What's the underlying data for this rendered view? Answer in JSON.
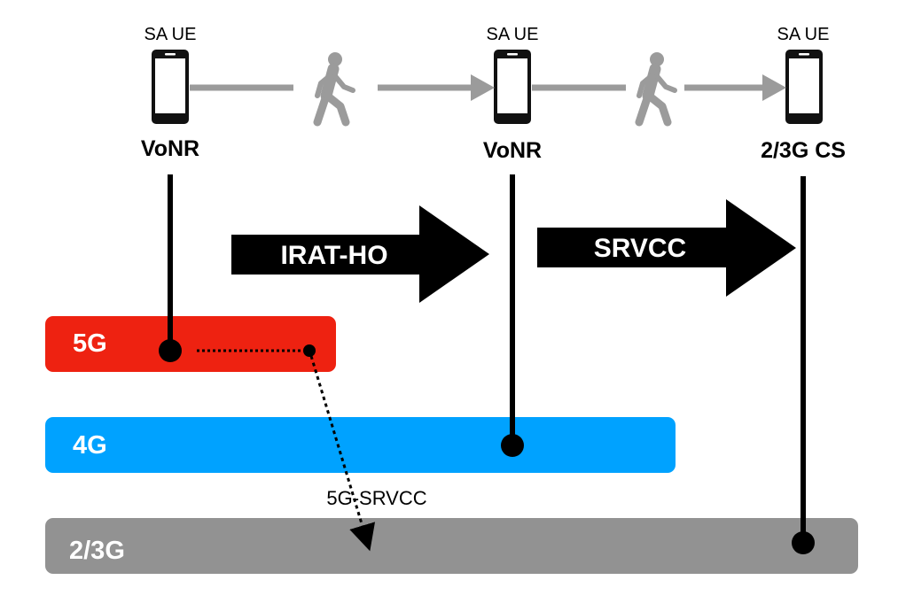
{
  "ues": [
    {
      "label": "SA UE",
      "call": "VoNR"
    },
    {
      "label": "SA UE",
      "call": "VoNR"
    },
    {
      "label": "SA UE",
      "call": "2/3G CS"
    }
  ],
  "procedures": [
    {
      "label": "IRAT-HO"
    },
    {
      "label": "SRVCC"
    }
  ],
  "bands": [
    {
      "label": "5G",
      "color": "#ee2211"
    },
    {
      "label": "4G",
      "color": "#00a2ff"
    },
    {
      "label": "2/3G",
      "color": "#929292"
    }
  ],
  "annotation": "5G-SRVCC",
  "icons": [
    "smartphone-icon",
    "walking-person-icon"
  ],
  "colors": {
    "connector": "#9b9b9b",
    "arrow": "#000000"
  }
}
